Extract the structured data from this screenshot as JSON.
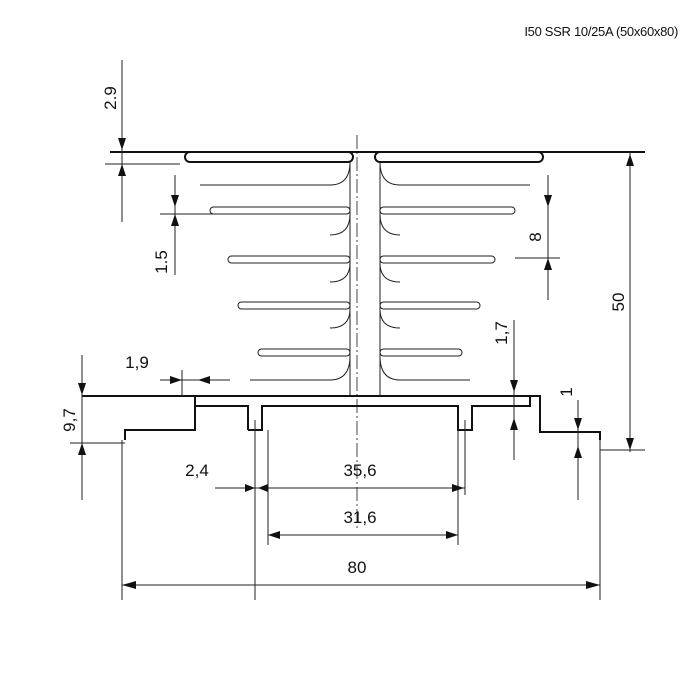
{
  "title": "I50 SSR 10/25A (50x60x80)",
  "dimensions": {
    "top_thickness": "2.9",
    "fin_thickness": "1.5",
    "fin_pitch": "8",
    "height": "50",
    "base_step": "1,9",
    "base_height": "9,7",
    "right_step": "1,7",
    "flange_thickness": "1",
    "slot_offset": "2,4",
    "outer_slot_width": "35,6",
    "inner_slot_width": "31,6",
    "total_width": "80"
  }
}
